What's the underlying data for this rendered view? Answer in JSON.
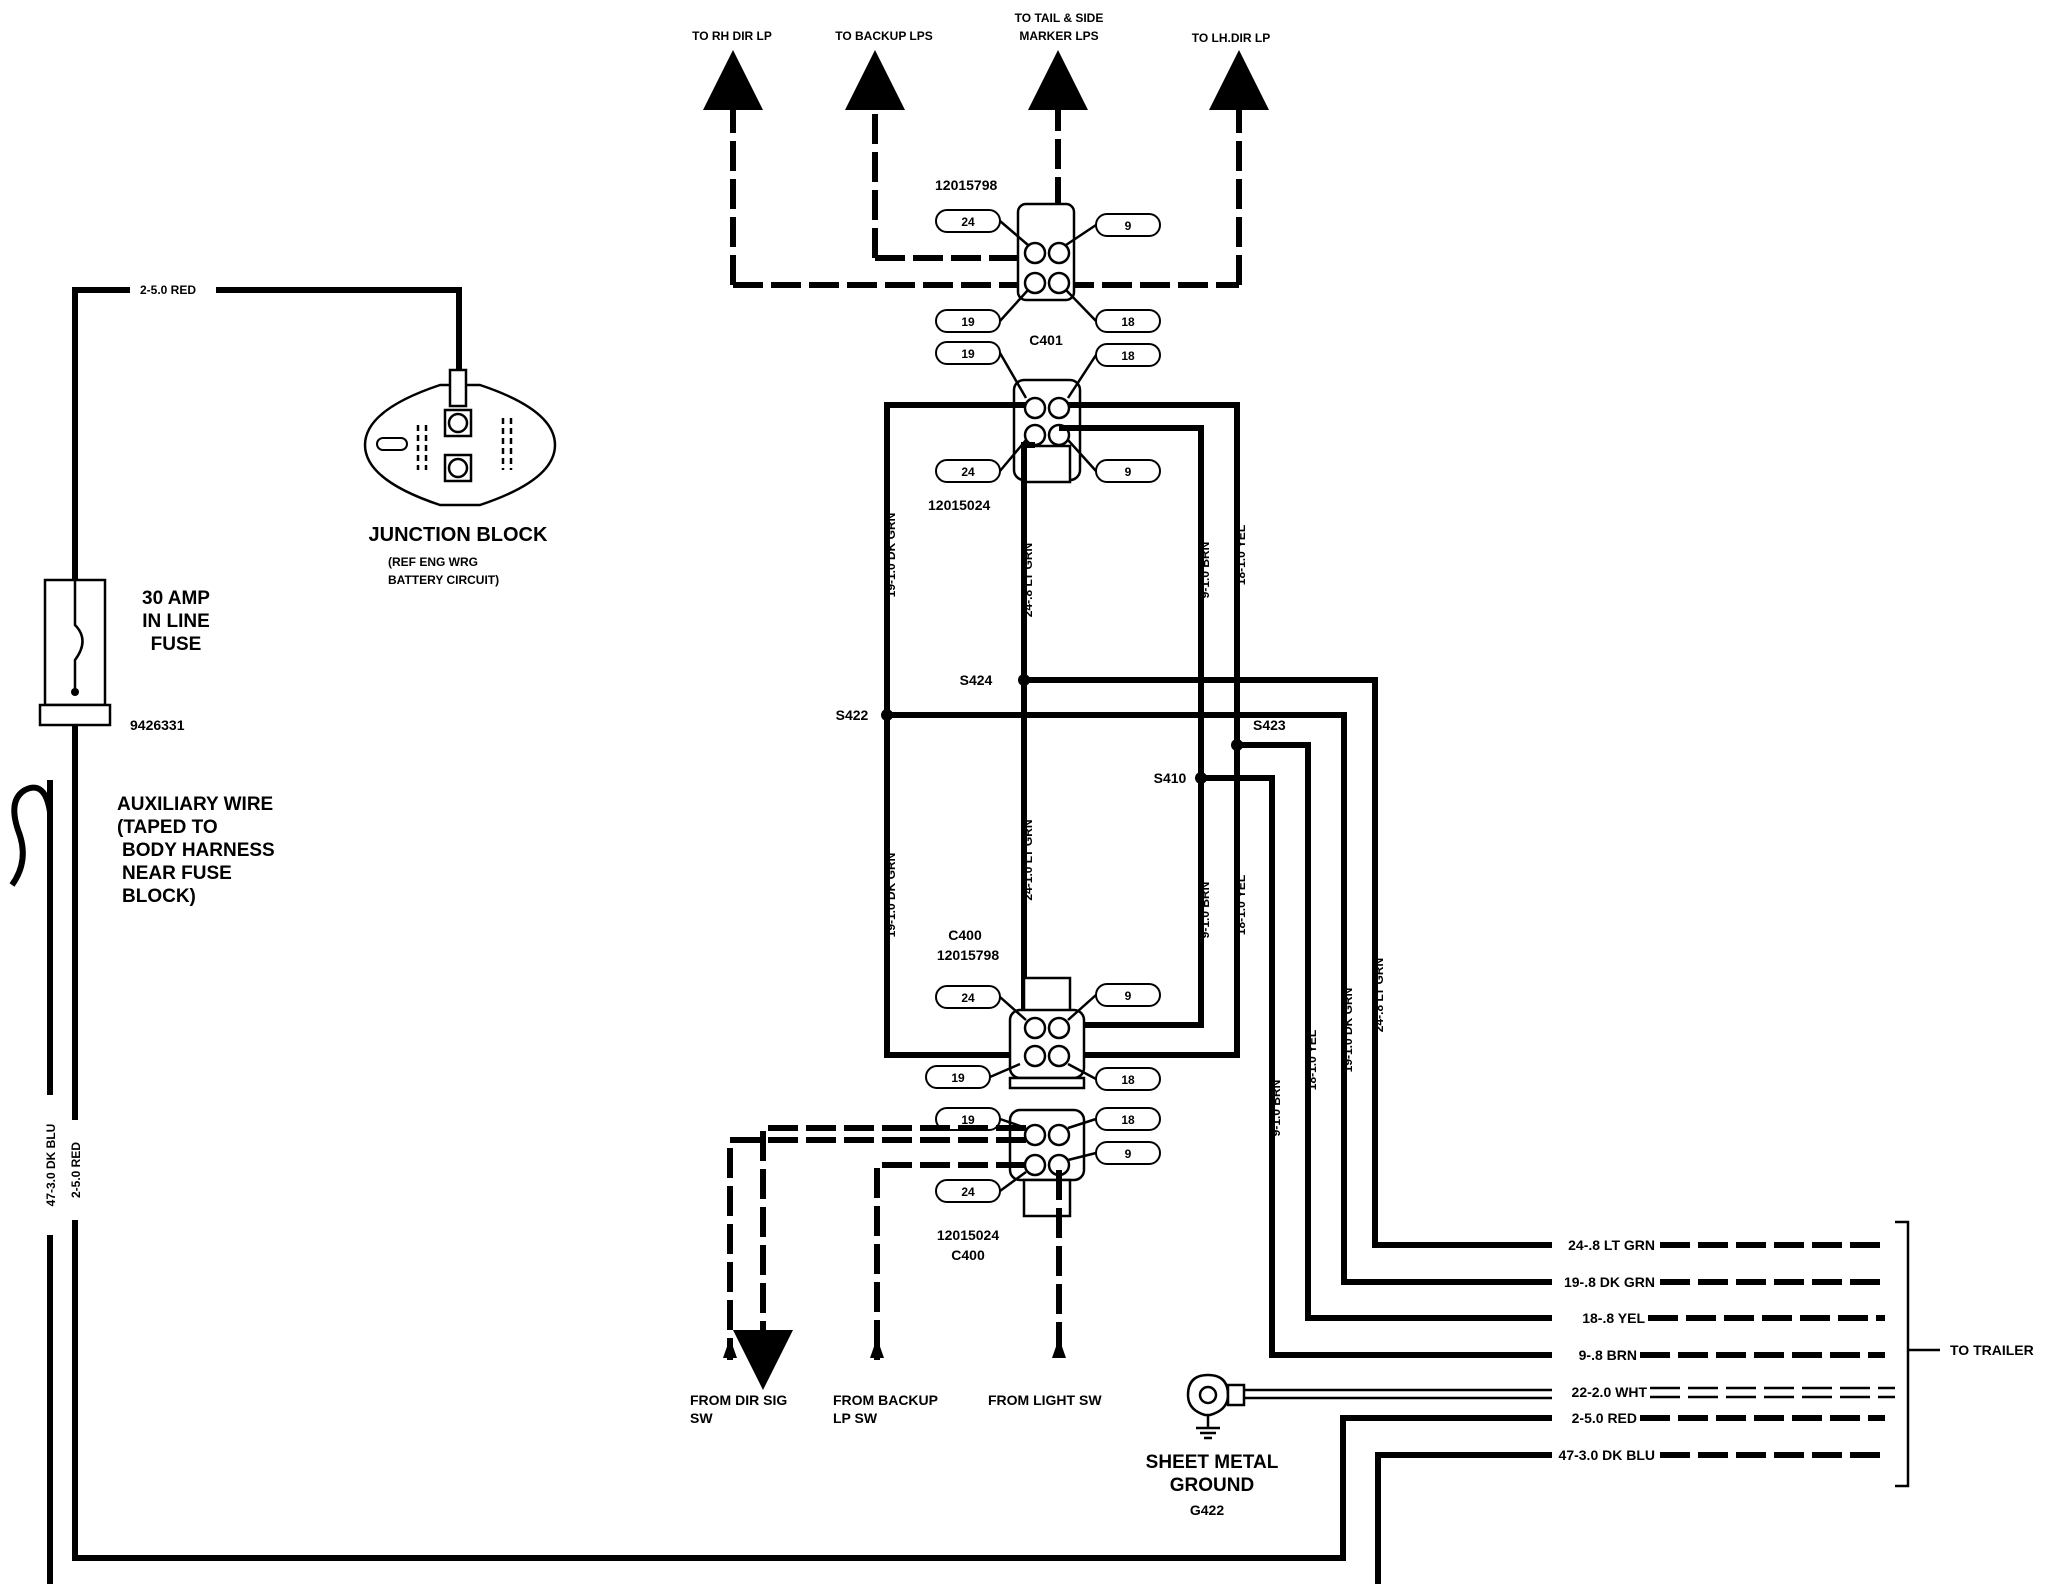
{
  "colors": {
    "ink": "#000000",
    "background": "#ffffff"
  },
  "outputs": {
    "rh_dir": "TO RH DIR LP",
    "backup": "TO BACKUP LPS",
    "tail_line1": "TO TAIL & SIDE",
    "tail_line2": "MARKER LPS",
    "lh_dir": "TO LH.DIR LP"
  },
  "wire_top": "2-5.0 RED",
  "junction_block": {
    "title": "JUNCTION BLOCK",
    "note_line1": "(REF ENG WRG",
    "note_line2": "BATTERY CIRCUIT)"
  },
  "fuse": {
    "line1": "30 AMP",
    "line2": "IN LINE",
    "line3": "FUSE",
    "part": "9426331"
  },
  "aux_wire": {
    "line1": "AUXILIARY WIRE",
    "line2": "(TAPED TO",
    "line3": "BODY HARNESS",
    "line4": "NEAR FUSE",
    "line5": "BLOCK)"
  },
  "left_wires": {
    "blue": "47-3.0 DK BLU",
    "red": "2-5.0 RED"
  },
  "c401_top": {
    "part": "12015798",
    "name": "C401",
    "pins": [
      "24",
      "9",
      "19",
      "18"
    ]
  },
  "c401_bottom": {
    "part": "12015024",
    "pins": [
      "19",
      "18",
      "24",
      "9"
    ]
  },
  "c400_top": {
    "name": "C400",
    "part": "12015798",
    "pins": [
      "24",
      "9",
      "19",
      "18"
    ]
  },
  "c400_bottom": {
    "part": "12015024",
    "name": "C400",
    "pins": [
      "19",
      "18",
      "9",
      "24"
    ]
  },
  "vertical_wires": {
    "dk_grn_upper": "19-1.0 DK GRN",
    "lt_grn_upper": "24-.8 LT GRN",
    "brn_upper": "9-1.0 BRN",
    "yel_upper": "18-1.0 YEL",
    "dk_grn_lower": "19-1.0 DK GRN",
    "lt_grn_lower": "24-1.0 LT GRN",
    "brn_lower": "9-1.0 BRN",
    "yel_lower": "18-1.0 YEL",
    "r_brn": "9-1.0 BRN",
    "r_yel": "18-1.0 YEL",
    "r_dkgrn": "19-1.0 DK GRN",
    "r_ltgrn": "24-.8 LT GRN"
  },
  "splices": {
    "s424": "S424",
    "s422": "S422",
    "s423": "S423",
    "s410": "S410"
  },
  "inputs": {
    "dir_sig_line1": "FROM DIR SIG",
    "dir_sig_line2": "SW",
    "backup_line1": "FROM BACKUP",
    "backup_line2": "LP SW",
    "light": "FROM LIGHT SW"
  },
  "trailer_wires": [
    "24-.8 LT GRN",
    "19-.8 DK GRN",
    "18-.8 YEL",
    "9-.8 BRN",
    "22-2.0 WHT",
    "2-5.0 RED",
    "47-3.0 DK BLU"
  ],
  "to_trailer": "TO TRAILER",
  "ground": {
    "line1": "SHEET METAL",
    "line2": "GROUND",
    "id": "G422"
  }
}
